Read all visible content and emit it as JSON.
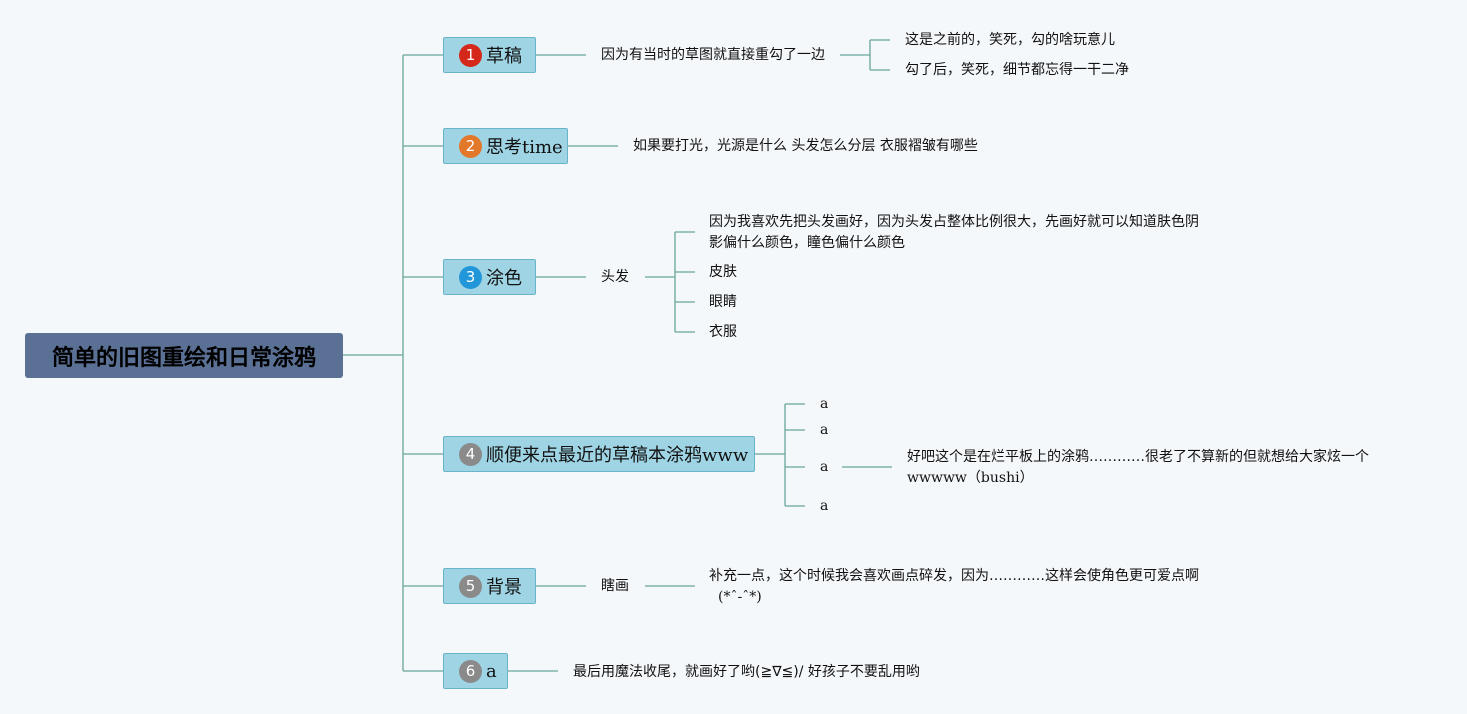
{
  "root": {
    "title": "简单的旧图重绘和日常涂鸦"
  },
  "colors": {
    "root_bg": "#5a7095",
    "topic_bg": "#9fd4e4",
    "line": "#6aa59b",
    "marker_1": "#d4281b",
    "marker_2": "#e2792a",
    "marker_3": "#2196d8",
    "marker_gray": "#8a8a8a"
  },
  "topics": [
    {
      "marker": "1",
      "label": "草稿",
      "child": "因为有当时的草图就直接重勾了一边",
      "subchildren": [
        "这是之前的，笑死，勾的啥玩意儿",
        "勾了后，笑死，细节都忘得一干二净"
      ]
    },
    {
      "marker": "2",
      "label": "思考time",
      "child": "如果要打光，光源是什么 头发怎么分层 衣服褶皱有哪些"
    },
    {
      "marker": "3",
      "label": "涂色",
      "child": "头发",
      "subchildren": [
        "因为我喜欢先把头发画好，因为头发占整体比例很大，先画好就可以知道肤色阴",
        "影偏什么颜色，瞳色偏什么颜色",
        "皮肤",
        "眼睛",
        "衣服"
      ]
    },
    {
      "marker": "4",
      "label": "顺便来点最近的草稿本涂鸦www",
      "children": [
        "a",
        "a",
        "a",
        "a"
      ],
      "note": [
        "好吧这个是在烂平板上的涂鸦…………很老了不算新的但就想给大家炫一个",
        "wwwww（bushi）"
      ]
    },
    {
      "marker": "5",
      "label": "背景",
      "child": "瞎画",
      "note": [
        "补充一点，这个时候我会喜欢画点碎发，因为…………这样会使角色更可爱点啊",
        "(*ˆ-ˆ*)"
      ]
    },
    {
      "marker": "6",
      "label": "a",
      "child": "最后用魔法收尾，就画好了哟(≧∇≦)/ 好孩子不要乱用哟"
    }
  ]
}
